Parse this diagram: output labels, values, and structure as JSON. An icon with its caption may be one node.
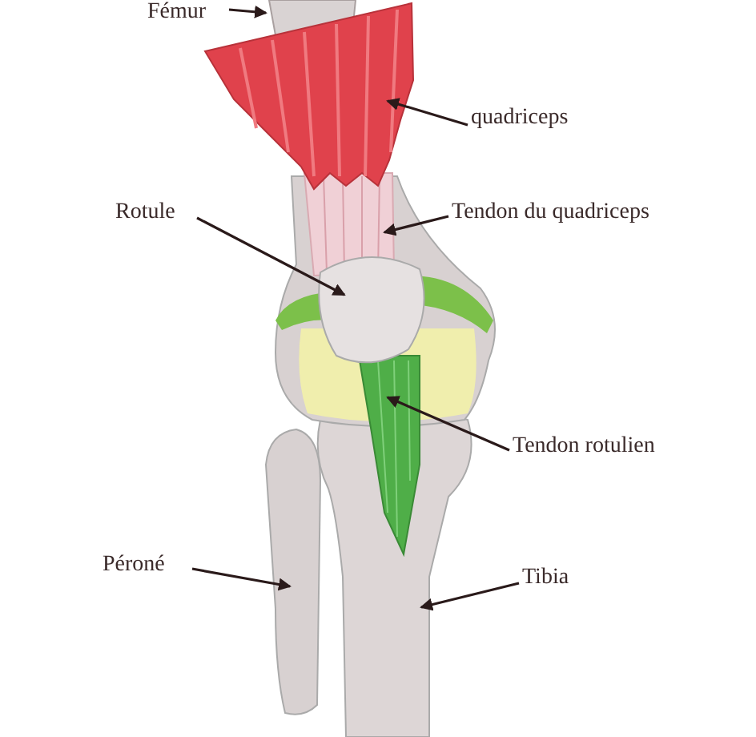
{
  "diagram": {
    "nodes": [
      {
        "text": [
          "Fémur"
        ]
      },
      {
        "text": [
          "quadriceps"
        ]
      },
      {
        "text": [
          "Rotule"
        ]
      },
      {
        "text": [
          "Tendon du quadriceps"
        ]
      },
      {
        "text": [
          "Tendon rotulien"
        ]
      },
      {
        "text": [
          "Péroné"
        ]
      },
      {
        "text": [
          "Tibia"
        ]
      }
    ],
    "edges": [
      {
        "from": 0,
        "to": null,
        "arrow": "to"
      },
      {
        "from": 1,
        "to": null,
        "arrow": "to"
      },
      {
        "from": 2,
        "to": null,
        "arrow": "to"
      },
      {
        "from": 3,
        "to": null,
        "arrow": "to"
      },
      {
        "from": 4,
        "to": null,
        "arrow": "to"
      },
      {
        "from": 5,
        "to": null,
        "arrow": "to"
      },
      {
        "from": 6,
        "to": null,
        "arrow": "to"
      }
    ]
  }
}
